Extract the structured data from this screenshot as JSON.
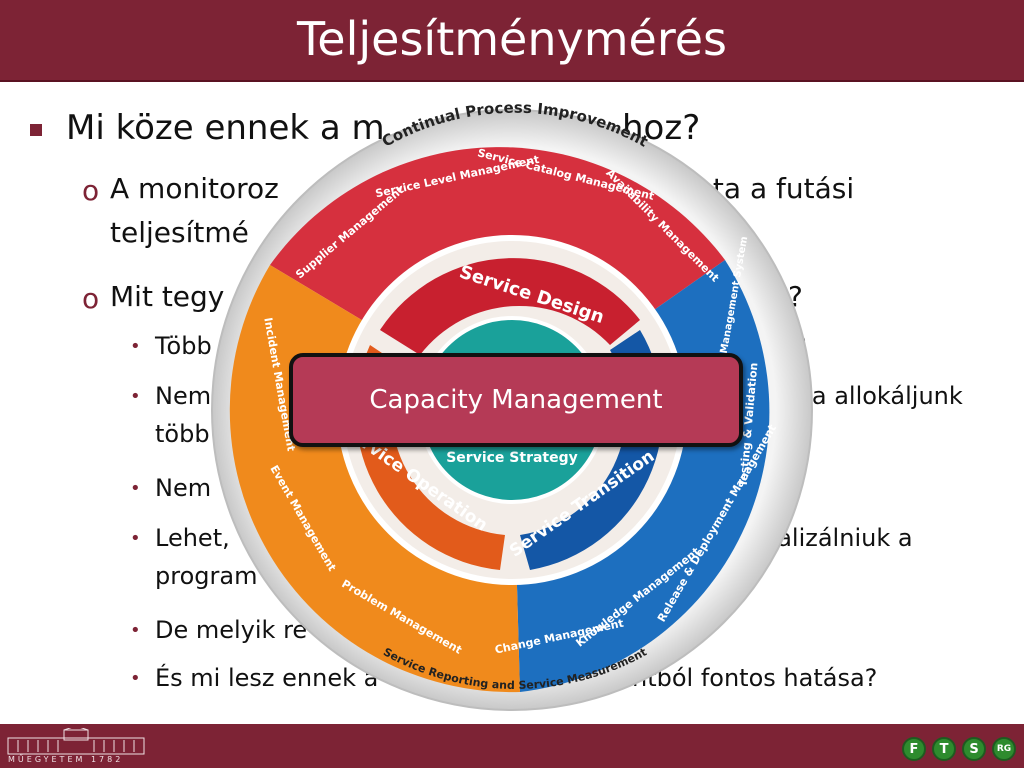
{
  "slide": {
    "title": "Teljesítménymérés"
  },
  "bullets": {
    "l1": "Mi köze ennek a m",
    "l1_tail": "hoz?",
    "l2a_line1": "A monitoroz",
    "l2a_line1_tail": "data a futási",
    "l2a_line2": "teljesítmé",
    "l2b": "Mit tegy",
    "l2b_tail": "?",
    "l3a": "Több",
    "l3a_tail": "?",
    "l3b_line1": "Nem",
    "l3b_line1_tail": "ra allokáljunk",
    "l3b_line2": "több",
    "l3c": "Nem",
    "l3d_line1": "Lehet,",
    "l3d_line1_tail": "nalizálniuk a",
    "l3d_line2": "program",
    "l3e": "De melyik re",
    "l3f": "És mi lesz ennek a",
    "l3f_tail": "ntból fontos hatása?"
  },
  "wheel": {
    "outer_top": "Continual Process Improvement",
    "outer_bottom": "Service Reporting and Service Measurement",
    "red": [
      "Supplier Management",
      "Service Level Management",
      "Service Catalog Management",
      "Availability Management"
    ],
    "blue": [
      "Configuration Management System",
      "Testing & Validation",
      "Release & Deployment Management",
      "Knowledge Management",
      "Change Management"
    ],
    "orange": [
      "Incident Management",
      "Event Management",
      "Problem Management"
    ],
    "ring_design": "Service Design",
    "ring_transition": "Service Transition",
    "ring_operation": "Service Operation",
    "ring_strategy": "Service Strategy"
  },
  "callout": {
    "text": "Capacity Management"
  },
  "footer": {
    "university": "MŰEGYETEM 1782",
    "logos": [
      "F",
      "T",
      "S",
      "RG"
    ]
  },
  "colors": {
    "brand": "#7d2335",
    "callout": "#b53a56",
    "red_sector": "#d6303e",
    "blue_sector": "#1d6fbf",
    "orange_sector": "#f08a1c",
    "teal_center": "#1aa19a"
  }
}
